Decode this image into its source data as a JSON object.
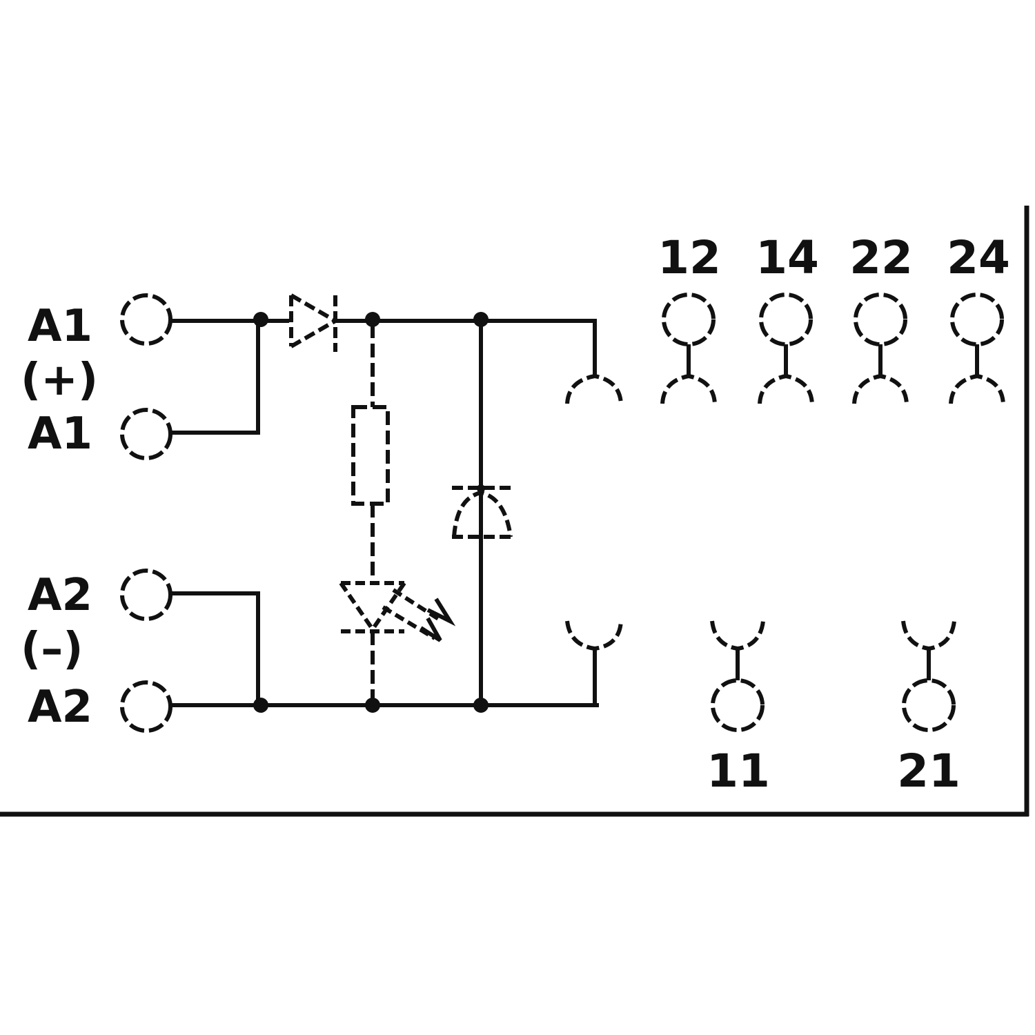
{
  "colors": {
    "ink": "#111111",
    "background": "#ffffff"
  },
  "coil_terminals": {
    "a1_top": "A1",
    "a1_polarity": "(+)",
    "a1_bottom": "A1",
    "a2_top": "A2",
    "a2_polarity": "(–)",
    "a2_bottom": "A2"
  },
  "contact_terminals": {
    "top": [
      "12",
      "14",
      "22",
      "24"
    ],
    "bottom": [
      "11",
      "21"
    ]
  },
  "components": [
    "protection-diode-icon",
    "resistor-icon",
    "led-indicator-icon",
    "freewheel-diode-icon",
    "relay-coil-icon",
    "changeover-contact-icon"
  ]
}
